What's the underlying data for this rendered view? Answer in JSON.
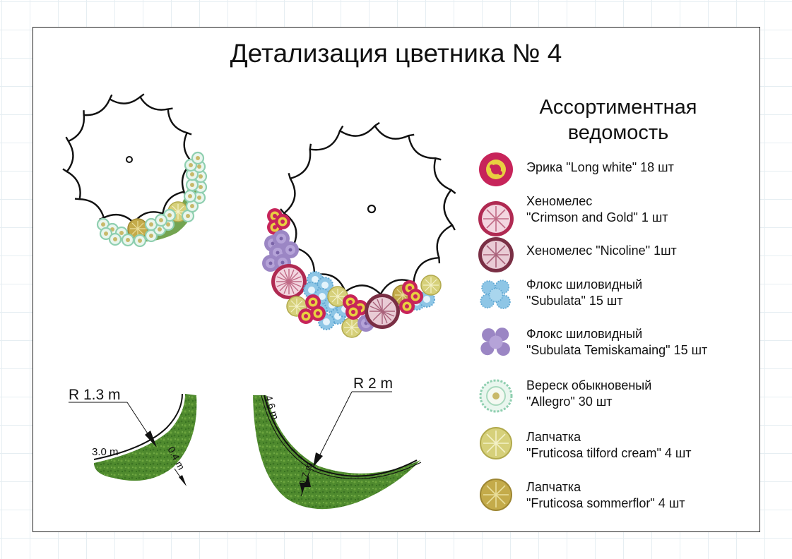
{
  "title": "Детализация цветника № 4",
  "legend": {
    "heading_line1": "Ассортиментная",
    "heading_line2": "ведомость",
    "items": [
      {
        "icon": "erica-icon",
        "line1": "Эрика \"Long white\" 18 шт",
        "line2": "",
        "color": "#c7245a"
      },
      {
        "icon": "chaenomeles-crimson-icon",
        "line1": "Хеномелес",
        "line2": "\"Crimson and Gold\" 1 шт",
        "color": "#b02a52"
      },
      {
        "icon": "chaenomeles-nicoline-icon",
        "line1": "Хеномелес \"Nicoline\" 1шт",
        "line2": "",
        "color": "#7a2f45"
      },
      {
        "icon": "phlox-subulata-icon",
        "line1": "Флокс шиловидный",
        "line2": "\"Subulata\" 15 шт",
        "color": "#8ec6e6"
      },
      {
        "icon": "phlox-temiskaming-icon",
        "line1": "Флокс шиловидный",
        "line2": "\"Subulata Temiskamaing\" 15 шт",
        "color": "#9b86c4"
      },
      {
        "icon": "heather-allegro-icon",
        "line1": "Вереск обыкновеный",
        "line2": "\"Allegro\" 30 шт",
        "color": "#8fcfb0"
      },
      {
        "icon": "potentilla-tilford-icon",
        "line1": "Лапчатка",
        "line2": "\"Fruticosa tilford cream\" 4 шт",
        "color": "#d6d07a"
      },
      {
        "icon": "potentilla-sommerflor-icon",
        "line1": "Лапчатка",
        "line2": "\"Fruticosa sommerflor\" 4 шт",
        "color": "#c4ab4a"
      }
    ]
  },
  "dimensions": {
    "left_radius": "R 1.3 m",
    "left_length": "3.0 m",
    "left_width": "0.4 m",
    "right_radius": "R 2 m",
    "right_length": "4.6 m",
    "right_width": "0.7 m"
  },
  "colors": {
    "bed_green": "#4f8a2e",
    "outline": "#111111",
    "grid": "#e6eef2"
  }
}
